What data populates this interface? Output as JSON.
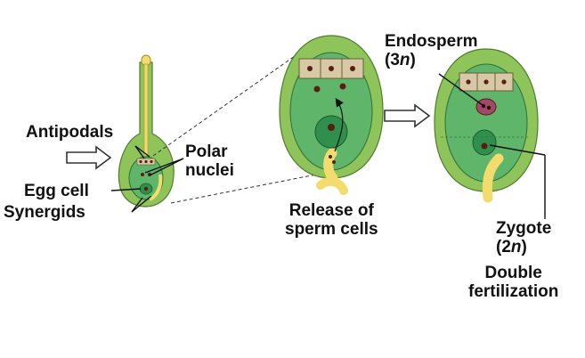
{
  "labels": {
    "antipodals": "Antipodals",
    "polar_nuclei_line1": "Polar",
    "polar_nuclei_line2": "nuclei",
    "egg_cell": "Egg cell",
    "synergids": "Synergids",
    "release_line1": "Release of",
    "release_line2": "sperm cells",
    "endosperm": "Endosperm",
    "endosperm_ploidy_pre": "(3",
    "endosperm_ploidy_n": "n",
    "endosperm_ploidy_post": ")",
    "zygote": "Zygote",
    "zygote_ploidy_pre": "(2",
    "zygote_ploidy_n": "n",
    "zygote_ploidy_post": ")",
    "double_line1": "Double",
    "double_line2": "fertilization"
  },
  "colors": {
    "ovule_wall": "#8fc45a",
    "embryo_sac": "#5fb56a",
    "cell_green": "#2f8f4c",
    "antipodal_tan": "#d8c9a6",
    "pollen_tube": "#f2dc6e",
    "nucleus": "#5a1d12"
  }
}
